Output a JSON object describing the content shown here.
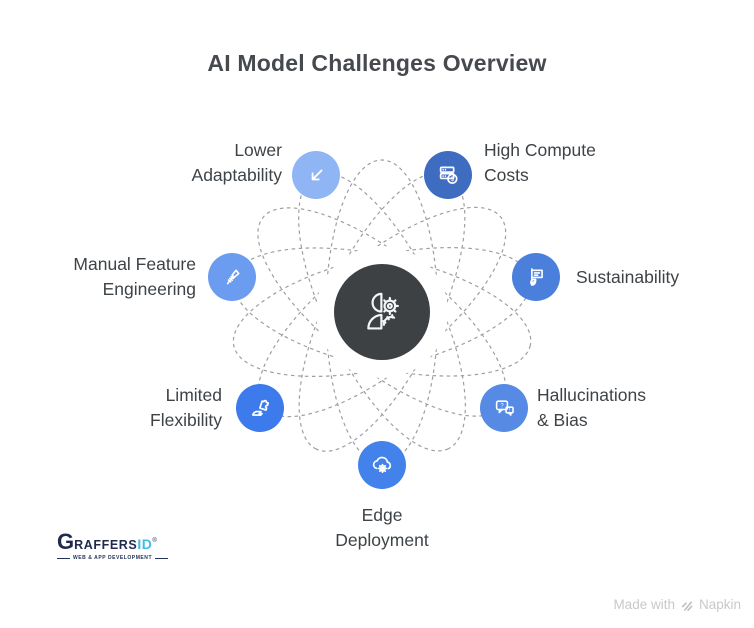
{
  "title": "AI Model Challenges Overview",
  "center": {
    "name": "AI model core",
    "icon": "human-gear-icon",
    "color": "#3E4144"
  },
  "orbit": {
    "line_color": "#9A9FA4"
  },
  "nodes": [
    {
      "id": "lower-adaptability",
      "label": "Lower Adaptability",
      "lines": [
        "Lower",
        "Adaptability"
      ],
      "icon": "arrow-down-left-icon",
      "color": "#8FB5F5"
    },
    {
      "id": "high-compute-costs",
      "label": "High Compute Costs",
      "lines": [
        "High Compute",
        "Costs"
      ],
      "icon": "server-dollar-icon",
      "color": "#3D6CC0"
    },
    {
      "id": "manual-feature-engineering",
      "label": "Manual Feature Engineering",
      "lines": [
        "Manual Feature",
        "Engineering"
      ],
      "icon": "screw-tool-icon",
      "color": "#6B9CEF"
    },
    {
      "id": "sustainability",
      "label": "Sustainability",
      "lines": [
        "Sustainability"
      ],
      "icon": "eco-report-icon",
      "color": "#4A7FDB"
    },
    {
      "id": "limited-flexibility",
      "label": "Limited Flexibility",
      "lines": [
        "Limited",
        "Flexibility"
      ],
      "icon": "puzzle-hand-icon",
      "color": "#3D7AEC"
    },
    {
      "id": "hallucinations-bias",
      "label": "Hallucinations & Bias",
      "lines": [
        "Hallucinations",
        "& Bias"
      ],
      "icon": "chat-question-icon",
      "color": "#568AE5"
    },
    {
      "id": "edge-deployment",
      "label": "Edge Deployment",
      "lines": [
        "Edge",
        "Deployment"
      ],
      "icon": "cloud-gear-icon",
      "color": "#4382EA"
    }
  ],
  "branding": {
    "name": "GraffersID",
    "logo_g": "G",
    "logo_rest": "RAFFERS",
    "logo_id": "ID",
    "registered": "®",
    "tagline": "WEB & APP DEVELOPMENT"
  },
  "watermark": {
    "prefix": "Made with",
    "brand": "Napkin"
  }
}
